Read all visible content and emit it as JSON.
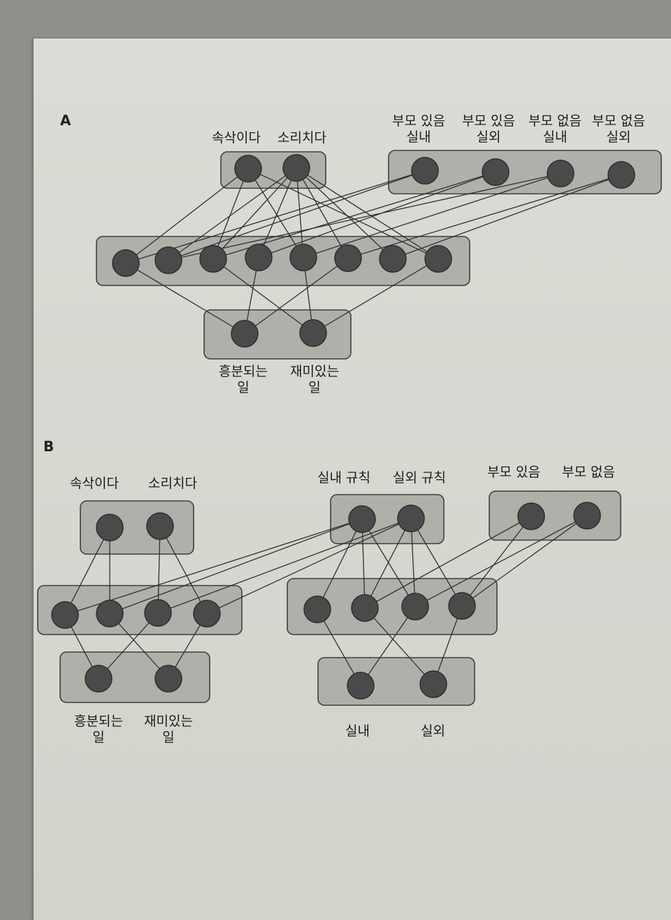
{
  "panel_a": {
    "letter": "A",
    "input_words": [
      "속삭이다",
      "소리치다"
    ],
    "context_labels": [
      [
        "부모 있음",
        "실내"
      ],
      [
        "부모 있음",
        "실외"
      ],
      [
        "부모 없음",
        "실내"
      ],
      [
        "부모 없음",
        "실외"
      ]
    ],
    "output_labels": [
      [
        "흥분되는",
        "일"
      ],
      [
        "재미있는",
        "일"
      ]
    ]
  },
  "panel_b": {
    "letter": "B",
    "input_words": [
      "속삭이다",
      "소리치다"
    ],
    "rule_labels": [
      "실내 규칙",
      "실외 규칙"
    ],
    "parent_labels": [
      "부모 있음",
      "부모 없음"
    ],
    "output_labels": [
      [
        "흥분되는",
        "일"
      ],
      [
        "재미있는",
        "일"
      ]
    ],
    "place_labels": [
      "실내",
      "실외"
    ]
  },
  "colors": {
    "node_fill": "#4a4a4a",
    "node_stroke": "#2e2e2e",
    "group_fill": "#b0b0aa",
    "group_stroke": "#3f3f3f",
    "link_stroke": "#2f2f2f",
    "page_bg": "#d8d8d2"
  }
}
